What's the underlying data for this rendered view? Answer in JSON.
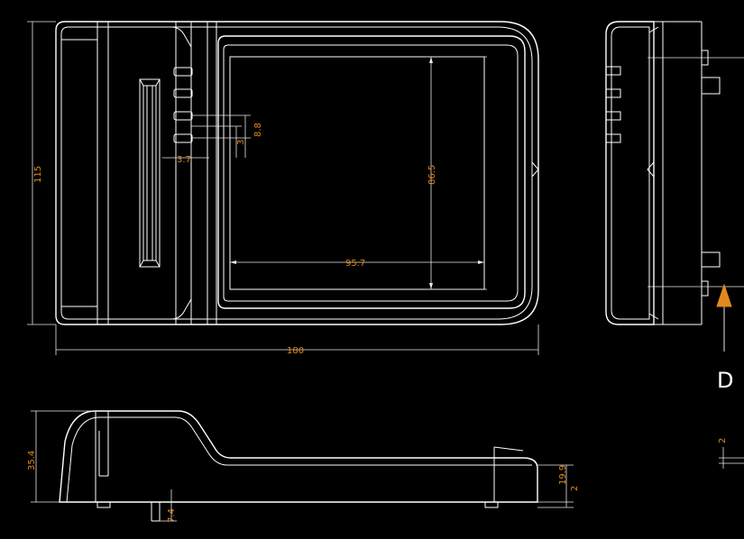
{
  "dimensions": {
    "width_total": "180",
    "height_total": "115",
    "screen_width": "95.7",
    "screen_height": "86.5",
    "slot_gap": "8.8",
    "slot_pitch": "3",
    "slot_offset": "3.7",
    "side_height": "35.4",
    "side_step": "19.9",
    "side_thickness": "2",
    "foot_height": "7.4",
    "detail_thickness": "2"
  },
  "section_label": "D",
  "colors": {
    "background": "#000000",
    "lines": "#ffffff",
    "dimension_text": "#e08a1e"
  }
}
